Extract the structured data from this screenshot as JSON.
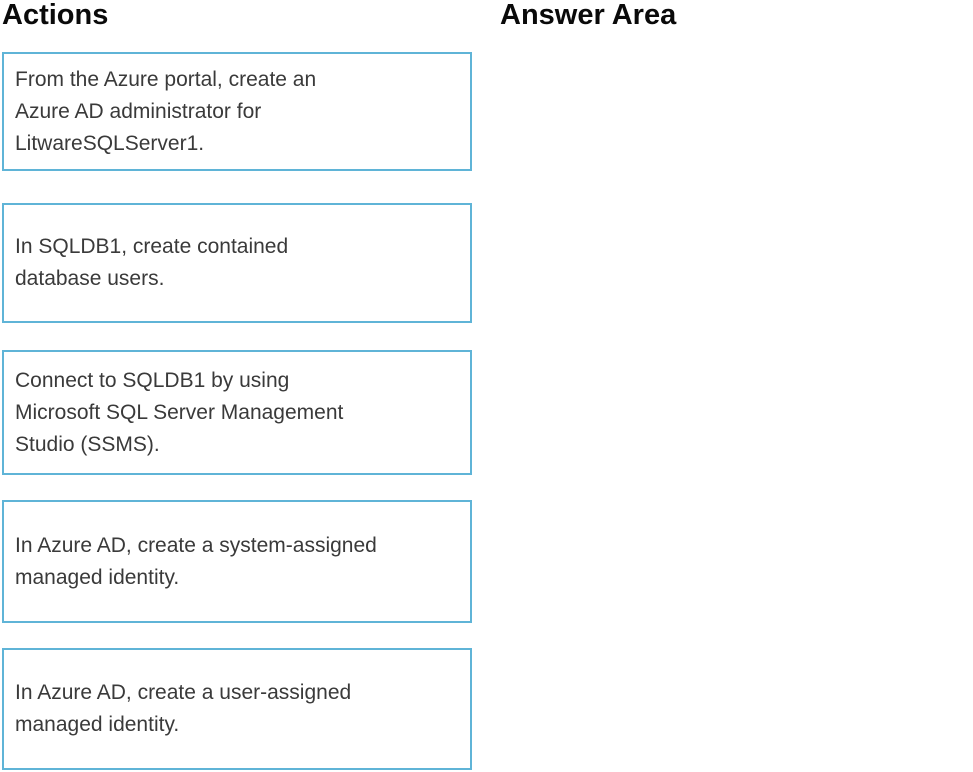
{
  "headers": {
    "actions": "Actions",
    "answer_area": "Answer Area"
  },
  "actions": [
    {
      "label": "From the Azure portal, create an\nAzure AD administrator for\nLitwareSQLServer1."
    },
    {
      "label": "In SQLDB1, create contained\ndatabase users."
    },
    {
      "label": "Connect to SQLDB1 by using\nMicrosoft SQL Server Management\nStudio (SSMS)."
    },
    {
      "label": "In Azure AD, create a system-assigned\nmanaged identity."
    },
    {
      "label": "In Azure AD, create a user-assigned\nmanaged identity."
    }
  ],
  "colors": {
    "box_border": "#5fb4d7",
    "tile_text": "#3a3a3a",
    "heading_text": "#0a0a0a",
    "background": "#ffffff"
  }
}
